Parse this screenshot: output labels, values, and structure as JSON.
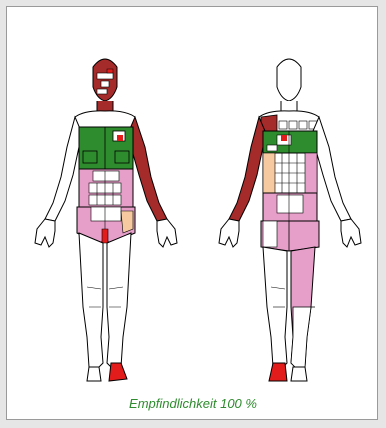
{
  "caption": {
    "label": "Empfindlichkeit",
    "value": "100 %"
  },
  "legend_colors": {
    "red": "#a52a2a",
    "green": "#2e8b2e",
    "pink": "#e69fc9",
    "peach": "#f6c9a0",
    "bright_red": "#e21b1b",
    "outline": "#000000"
  },
  "views": [
    "front",
    "back"
  ]
}
